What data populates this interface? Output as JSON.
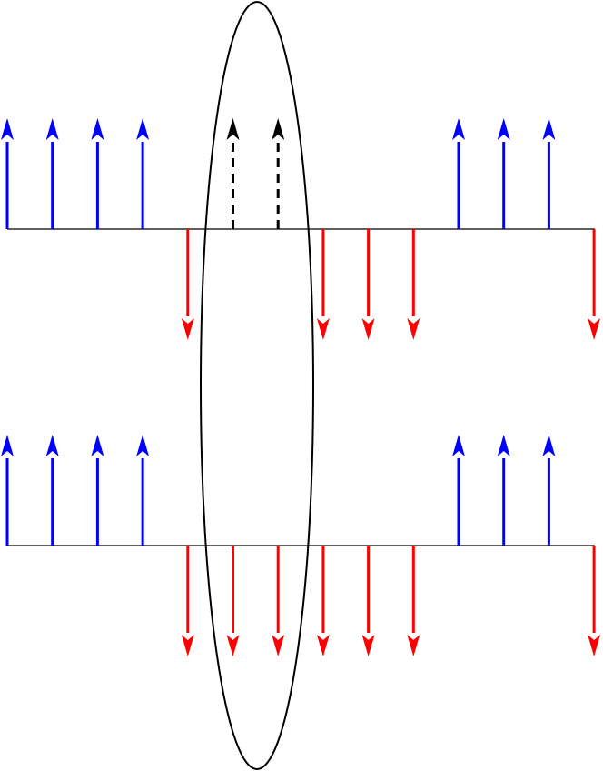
{
  "colors": {
    "up": "#0000ff",
    "down": "#ff0000",
    "flipped": "#000000",
    "line": "#000000",
    "ellipse": "#000000"
  },
  "rows": [
    {
      "name": "top-chain",
      "spins": [
        "up",
        "up",
        "up",
        "up",
        "down",
        "flipped-up",
        "flipped-up",
        "down",
        "down",
        "down",
        "up",
        "up",
        "up",
        "down"
      ]
    },
    {
      "name": "bottom-chain",
      "spins": [
        "up",
        "up",
        "up",
        "up",
        "down",
        "down",
        "down",
        "down",
        "down",
        "down",
        "up",
        "up",
        "up",
        "down"
      ]
    }
  ],
  "highlight": {
    "shape": "ellipse",
    "encloses_site_indices": [
      5,
      6
    ]
  }
}
